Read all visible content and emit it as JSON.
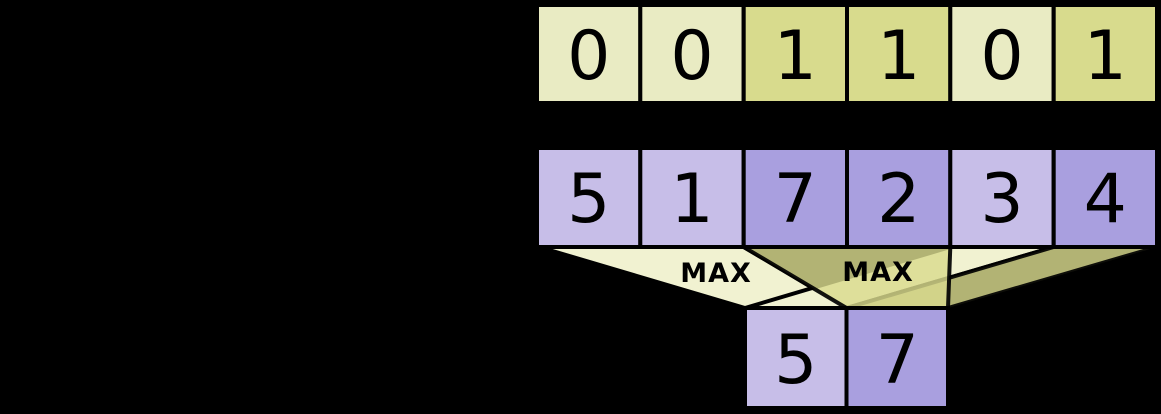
{
  "mask_row": {
    "values": [
      "0",
      "0",
      "1",
      "1",
      "0",
      "1"
    ]
  },
  "input_row": {
    "values": [
      "5",
      "1",
      "7",
      "2",
      "3",
      "4"
    ]
  },
  "operations": {
    "labels": [
      "MAX",
      "MAX"
    ]
  },
  "output_row": {
    "values": [
      "5",
      "7"
    ]
  },
  "colors": {
    "background": "#000000",
    "outline": "#000000",
    "mask-off": "#e9ebc3",
    "mask-on": "#d8db8d",
    "vec-light": "#c7bee8",
    "vec-dark": "#a99fdf",
    "funnel-light": "#f1f2d1",
    "funnel-dark": "#d9da8e"
  }
}
